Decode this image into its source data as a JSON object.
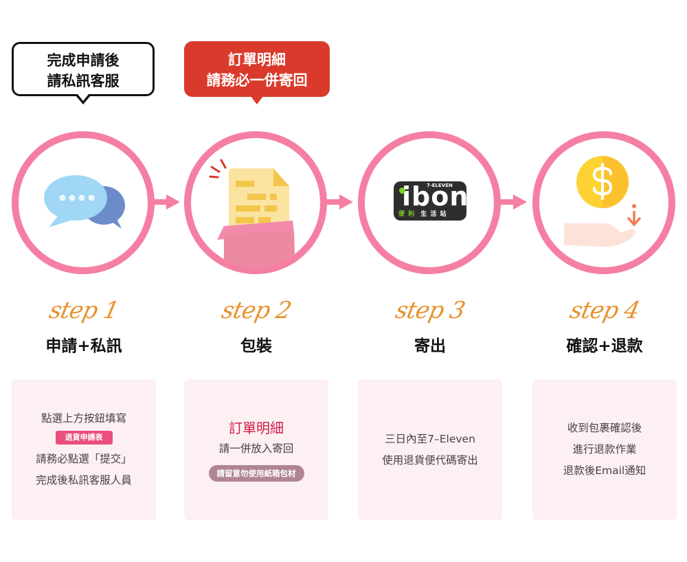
{
  "callouts": [
    {
      "lines": [
        "完成申請後",
        "請私訊客服"
      ],
      "style": "outlined-white"
    },
    {
      "lines": [
        "訂單明細",
        "請務必一併寄回"
      ],
      "style": "filled-red"
    }
  ],
  "colors": {
    "ring": "#f57fa3",
    "callout_red": "#d93a2b",
    "step_script": "#e8922c",
    "card_bg": "#fcf0f2",
    "button_pink": "#e94e7d",
    "note_mauve": "#b08591",
    "accent_red": "#d01c48"
  },
  "steps": [
    {
      "script": "step 1",
      "title": "申請+私訊",
      "icon": "chat-bubbles-icon",
      "card": {
        "line1": "點選上方按鈕填寫",
        "button_label": "退貨申請表",
        "line2": "請務必點選「提交」",
        "line3": "完成後私訊客服人員"
      }
    },
    {
      "script": "step 2",
      "title": "包裝",
      "icon": "document-in-box-icon",
      "card": {
        "accent": "訂單明細",
        "line1": "請一併放入寄回",
        "note": "請留意勿使用紙箱包材"
      }
    },
    {
      "script": "step 3",
      "title": "寄出",
      "icon": "ibon-logo-icon",
      "logo": {
        "top": "7-ELEVEN",
        "main": "ibon",
        "sub_green": "便 利",
        "sub_white": "生 活 站"
      },
      "card": {
        "line1": "三日內至7–Eleven",
        "line2": "使用退貨便代碼寄出"
      }
    },
    {
      "script": "step 4",
      "title": "確認+退款",
      "icon": "coin-hand-refund-icon",
      "card": {
        "line1": "收到包裹確認後",
        "line2": "進行退款作業",
        "line3": "退款後Email通知"
      }
    }
  ]
}
